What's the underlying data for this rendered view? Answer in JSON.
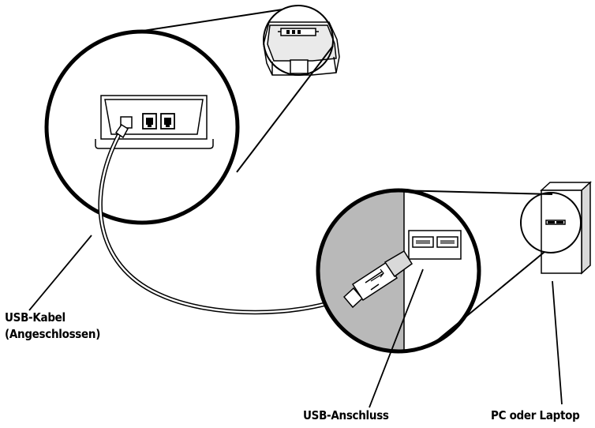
{
  "labels": {
    "usb_cable_line1": "USB-Kabel",
    "usb_cable_line2": "(Angeschlossen)",
    "usb_port": "USB-Anschluss",
    "pc": "PC oder Laptop"
  },
  "colors": {
    "line": "#000000",
    "background": "#ffffff",
    "shade_gray": "#b9b9b9",
    "light_gray": "#d9d9d9"
  }
}
